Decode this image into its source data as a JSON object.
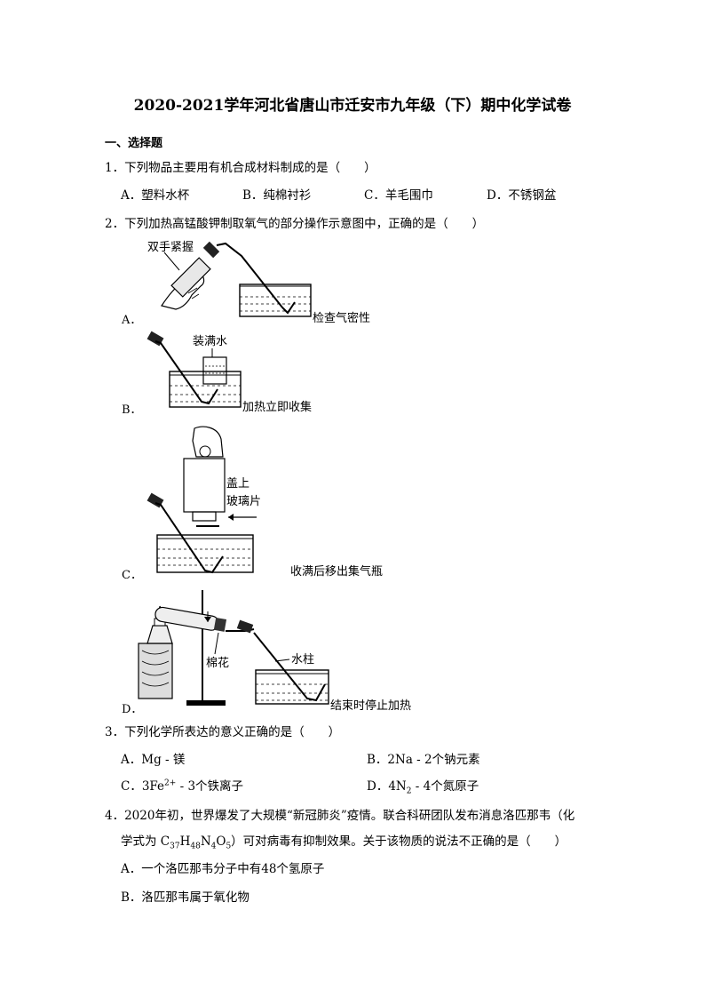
{
  "title": "2020-2021学年河北省唐山市迁安市九年级（下）期中化学试卷",
  "section1": "一、选择题",
  "q1": {
    "stem": "1．下列物品主要用有机合成材料制成的是（　　）",
    "options": [
      "A．塑料水杯",
      "B．纯棉衬衫",
      "C．羊毛围巾",
      "D．不锈钢盆"
    ]
  },
  "q2": {
    "stem": "2．下列加热高锰酸钾制取氧气的部分操作示意图中，正确的是（　　）",
    "a": {
      "letter": "A．",
      "hand_label": "双手紧握",
      "caption": "检查气密性"
    },
    "b": {
      "letter": "B．",
      "top_label": "装满水",
      "caption": "加热立即收集"
    },
    "c": {
      "letter": "C．",
      "label1": "盖上",
      "label2": "玻璃片",
      "caption": "收满后移出集气瓶"
    },
    "d": {
      "letter": "D．",
      "cotton_label": "棉花",
      "water_label": "水柱",
      "caption": "结束时停止加热"
    }
  },
  "q3": {
    "stem": "3．下列化学所表达的意义正确的是（　　）",
    "a": "A．Mg - 镁",
    "b": "B．2Na - 2个钠元素",
    "c_pre": "C．3Fe",
    "c_sup": "2+",
    "c_post": " - 3个铁离子",
    "d_pre": "D．4N",
    "d_sub": "2",
    "d_post": " - 4个氮原子"
  },
  "q4": {
    "line1": "4．2020年初，世界爆发了大规模“新冠肺炎”疫情。联合科研团队发布消息洛匹那韦（化",
    "line2_pre": "学式为 C",
    "s1": "37",
    "h": "H",
    "s2": "48",
    "n": "N",
    "s3": "4",
    "o": "O",
    "s4": "5",
    "line2_post": "）可对病毒有抑制效果。关于该物质的说法不正确的是（　　）",
    "a": "A．一个洛匹那韦分子中有48个氢原子",
    "b": "B．洛匹那韦属于氧化物"
  }
}
